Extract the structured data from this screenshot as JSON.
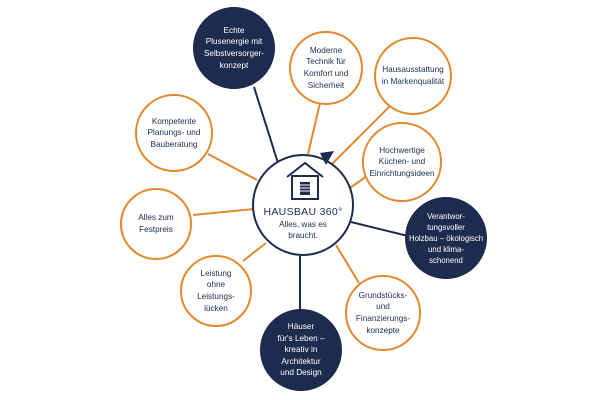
{
  "center": {
    "title": "HAUSBAU 360°",
    "subtitle": "Alles, was es\nbraucht."
  },
  "nodes": [
    {
      "id": "plusenergie",
      "text": "Echte\nPlusenergie mit\nSelbstversorger-\nkonzept",
      "style": "dark"
    },
    {
      "id": "technik",
      "text": "Moderne\nTechnik für\nKomfort und\nSicherheit",
      "style": "orange"
    },
    {
      "id": "hausausstattung",
      "text": "Hausausstattung\nin Markenqualität",
      "style": "orange"
    },
    {
      "id": "kuechen",
      "text": "Hochwertige\nKüchen- und\nEinrichtungsideen",
      "style": "orange"
    },
    {
      "id": "holzbau",
      "text": "Verantwor-\ntungsvoller\nHolzbau – ökologisch\nund klima-\nschonend",
      "style": "dark"
    },
    {
      "id": "grundstueck",
      "text": "Grundstücks-\nund\nFinanzierungs-\nkonzepte",
      "style": "orange"
    },
    {
      "id": "haeuser",
      "text": "Häuser\nfür's Leben –\nkreativ in\nArchitektur\nund Design",
      "style": "dark"
    },
    {
      "id": "leistung",
      "text": "Leistung\nohne\nLeistungs-\nlücken",
      "style": "orange"
    },
    {
      "id": "festpreis",
      "text": "Alles zum\nFestpreis",
      "style": "orange"
    },
    {
      "id": "beratung",
      "text": "Kompetente\nPlanungs- und\nBauberatung",
      "style": "orange"
    }
  ],
  "colors": {
    "navy": "#1d2b4f",
    "orange": "#e2892d",
    "background": "#ffffff"
  },
  "icons": {
    "center": "house-icon",
    "cycle": "circular-arrow-icon"
  }
}
